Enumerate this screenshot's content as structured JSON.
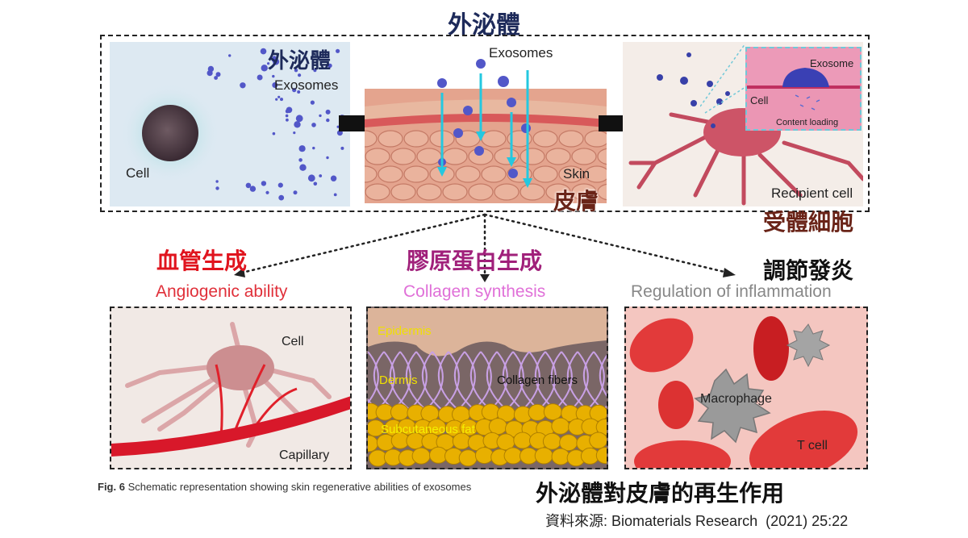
{
  "title": "外泌體",
  "top": {
    "exo_cjk": "外泌體",
    "exo_en": "Exosomes",
    "cell": "Cell",
    "mid_exo": "Exosomes",
    "skin_en": "Skin",
    "skin_cjk": "皮膚",
    "inset_exosome": "Exosome",
    "inset_cell": "Cell",
    "inset_loading": "Content loading",
    "recipient": "Recipient cell",
    "recipient_cjk": "受體細胞"
  },
  "sections": [
    {
      "cjk": "血管生成",
      "en": "Angiogenic ability",
      "color": "#e0141e",
      "en_color": "#e0303a"
    },
    {
      "cjk": "膠原蛋白生成",
      "en": "Collagen synthesis",
      "color": "#a0207a",
      "en_color": "#e070d8"
    },
    {
      "cjk": "調節發炎",
      "en": "Regulation of inflammation",
      "color": "#111111",
      "en_color": "#888888"
    }
  ],
  "bottom": {
    "angio_cell": "Cell",
    "capillary": "Capillary",
    "epidermis": "Epidermis",
    "dermis": "Dermis",
    "collagen_fibers": "Collagen fibers",
    "subcutaneous": "Subcutaneous fat",
    "macrophage": "Macrophage",
    "tcell": "T cell"
  },
  "caption": {
    "fig": "Fig. 6",
    "text": "Schematic representation showing skin regenerative abilities of exosomes",
    "cjk": "外泌體對皮膚的再生作用",
    "source": "資料來源: Biomaterials Research  (2021) 25:22"
  }
}
